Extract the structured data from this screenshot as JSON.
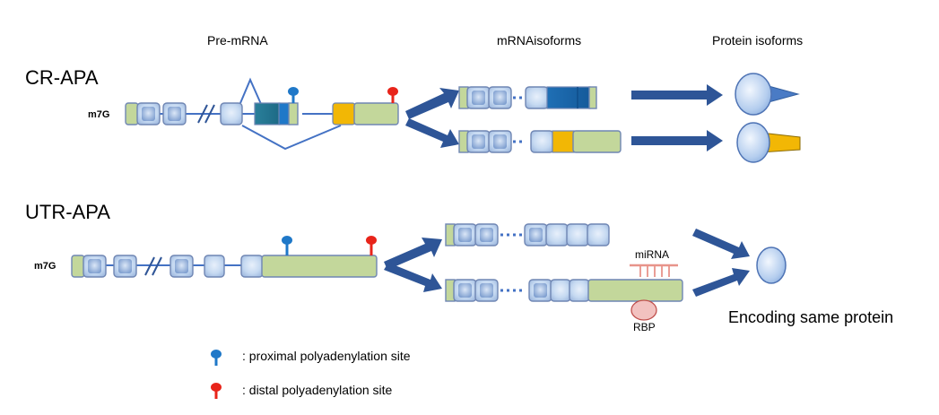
{
  "headers": {
    "pre_mrna": "Pre-mRNA",
    "mrna_isoforms": "mRNAisoforms",
    "protein_isoforms": "Protein  isoforms"
  },
  "sections": {
    "cr_apa": "CR-APA",
    "utr_apa": "UTR-APA"
  },
  "cap_label": "m7G",
  "mirna_label": "miRNA",
  "rbp_label": "RBP",
  "encoding_label": "Encoding same protein",
  "legend": {
    "proximal": ": proximal polyadenylation site",
    "distal": ": distal polyadenylation site"
  },
  "colors": {
    "proximal_site": "#1f78c8",
    "distal_site": "#e8241a",
    "exon_fill": "#c5d9f1",
    "utr_fill": "#c3d79b",
    "alt_exon_dark": "#1f6fb5",
    "alt_exon_yellow": "#f2b705",
    "arrow": "#2e5597",
    "mirna": "#e8948a",
    "rbp": "#f2c2c0"
  }
}
